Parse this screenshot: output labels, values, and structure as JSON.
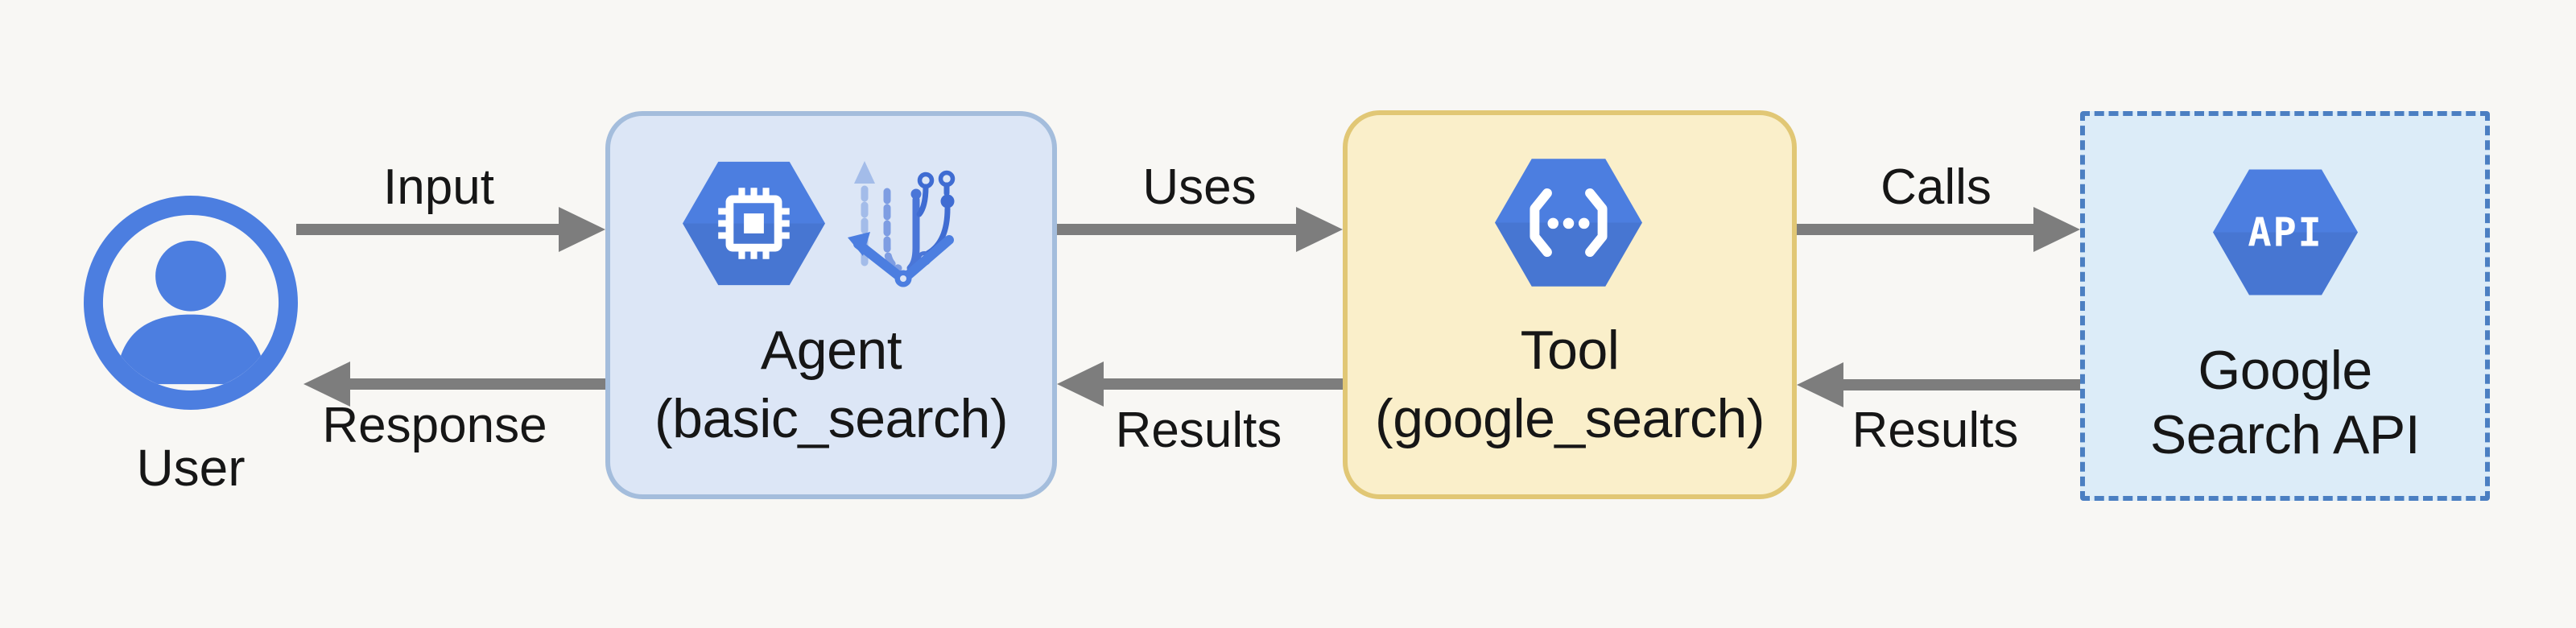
{
  "diagram_title": "Agent tool flow diagram",
  "colors": {
    "bg": "#f8f7f4",
    "text": "#161616",
    "arrow": "#7d7d7d",
    "icon-blue": "#4c7ee0",
    "icon-blue-dark": "#3b66cc",
    "icon-blue-light": "#a3bce9",
    "agent-fill": "#dce6f6",
    "agent-border": "#a4bddc",
    "tool-fill": "#faefca",
    "tool-border": "#e1c775",
    "api-fill": "#dcecf8",
    "api-border": "#4b7fc2"
  },
  "nodes": {
    "user": {
      "label": "User",
      "icon": "user-circle-icon"
    },
    "agent": {
      "title": "Agent",
      "subtitle": "(basic_search)",
      "icons": [
        "cpu-hexagon-icon",
        "branch-flow-icon"
      ]
    },
    "tool": {
      "title": "Tool",
      "subtitle": "(google_search)",
      "icon": "code-dots-hexagon-icon"
    },
    "api": {
      "title": "Google",
      "subtitle": "Search API",
      "icon": "api-hexagon-icon",
      "icon_text": "API",
      "border_style": "dashed"
    }
  },
  "edges": [
    {
      "from": "user",
      "to": "agent",
      "label": "Input",
      "direction": "right"
    },
    {
      "from": "agent",
      "to": "user",
      "label": "Response",
      "direction": "left"
    },
    {
      "from": "agent",
      "to": "tool",
      "label": "Uses",
      "direction": "right"
    },
    {
      "from": "tool",
      "to": "agent",
      "label": "Results",
      "direction": "left"
    },
    {
      "from": "tool",
      "to": "api",
      "label": "Calls",
      "direction": "right"
    },
    {
      "from": "api",
      "to": "tool",
      "label": "Results",
      "direction": "left"
    }
  ]
}
